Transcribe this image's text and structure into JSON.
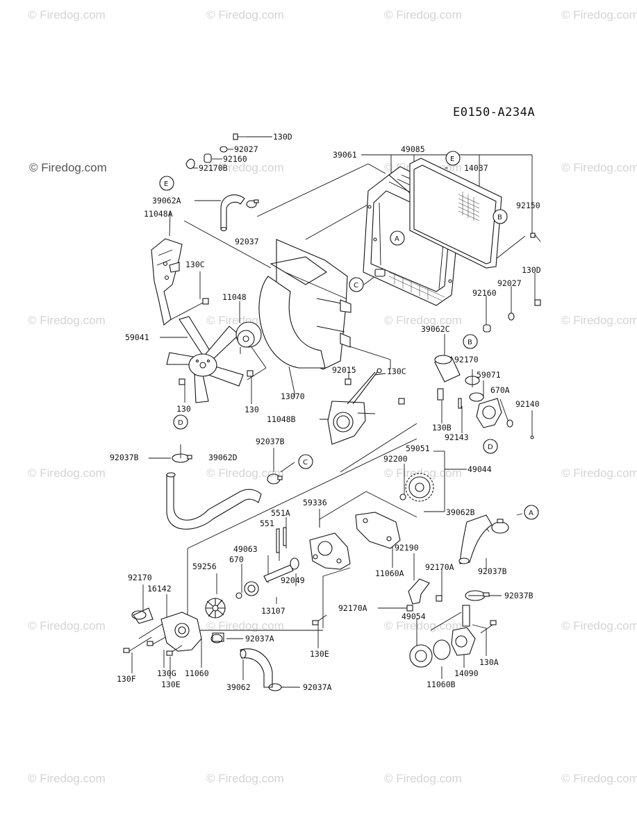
{
  "diagram_code": "E0150-A234A",
  "watermark_text": "© Firedog.com",
  "refs": [
    "A",
    "B",
    "C",
    "D",
    "E",
    "B",
    "C",
    "D",
    "A",
    "E"
  ],
  "labels": {
    "l130D_top": "130D",
    "l92027_top": "92027",
    "l92160_top": "92160",
    "l92170B": "92170B",
    "l39061": "39061",
    "l49085": "49085",
    "l14037": "14037",
    "l39062A": "39062A",
    "l11048A": "11048A",
    "l92037": "92037",
    "l92150": "92150",
    "l130C_left": "130C",
    "l130D_right": "130D",
    "l92027_right": "92027",
    "l11048": "11048",
    "l92160_right": "92160",
    "l59041": "59041",
    "l39062C": "39062C",
    "l92170": "92170",
    "l59071": "59071",
    "l92015": "92015",
    "l130C_right": "130C",
    "l670A": "670A",
    "l92140": "92140",
    "l13070": "13070",
    "l130_a": "130",
    "l130_b": "130",
    "l11048B": "11048B",
    "l130B": "130B",
    "l92143": "92143",
    "l59051": "59051",
    "l92037B_mid": "92037B",
    "l92200": "92200",
    "l49044": "49044",
    "l92037B_left": "92037B",
    "l39062D": "39062D",
    "l59336": "59336",
    "l551A": "551A",
    "l551": "551",
    "l39062B": "39062B",
    "l49063": "49063",
    "l92190": "92190",
    "l670": "670",
    "l59256": "59256",
    "l11060A": "11060A",
    "l92170A_right": "92170A",
    "l92037B_right": "92037B",
    "l92049": "92049",
    "l92170_low": "92170",
    "l16142": "16142",
    "l13107": "13107",
    "l92170A_left": "92170A",
    "l92037B_low": "92037B",
    "l49054": "49054",
    "l92037A_top": "92037A",
    "l130E_mid": "130E",
    "l14090": "14090",
    "l130A": "130A",
    "l130F": "130F",
    "l130G": "130G",
    "l11060": "11060",
    "l130E_low": "130E",
    "l39062": "39062",
    "l92037A_low": "92037A",
    "l11060B": "11060B"
  }
}
